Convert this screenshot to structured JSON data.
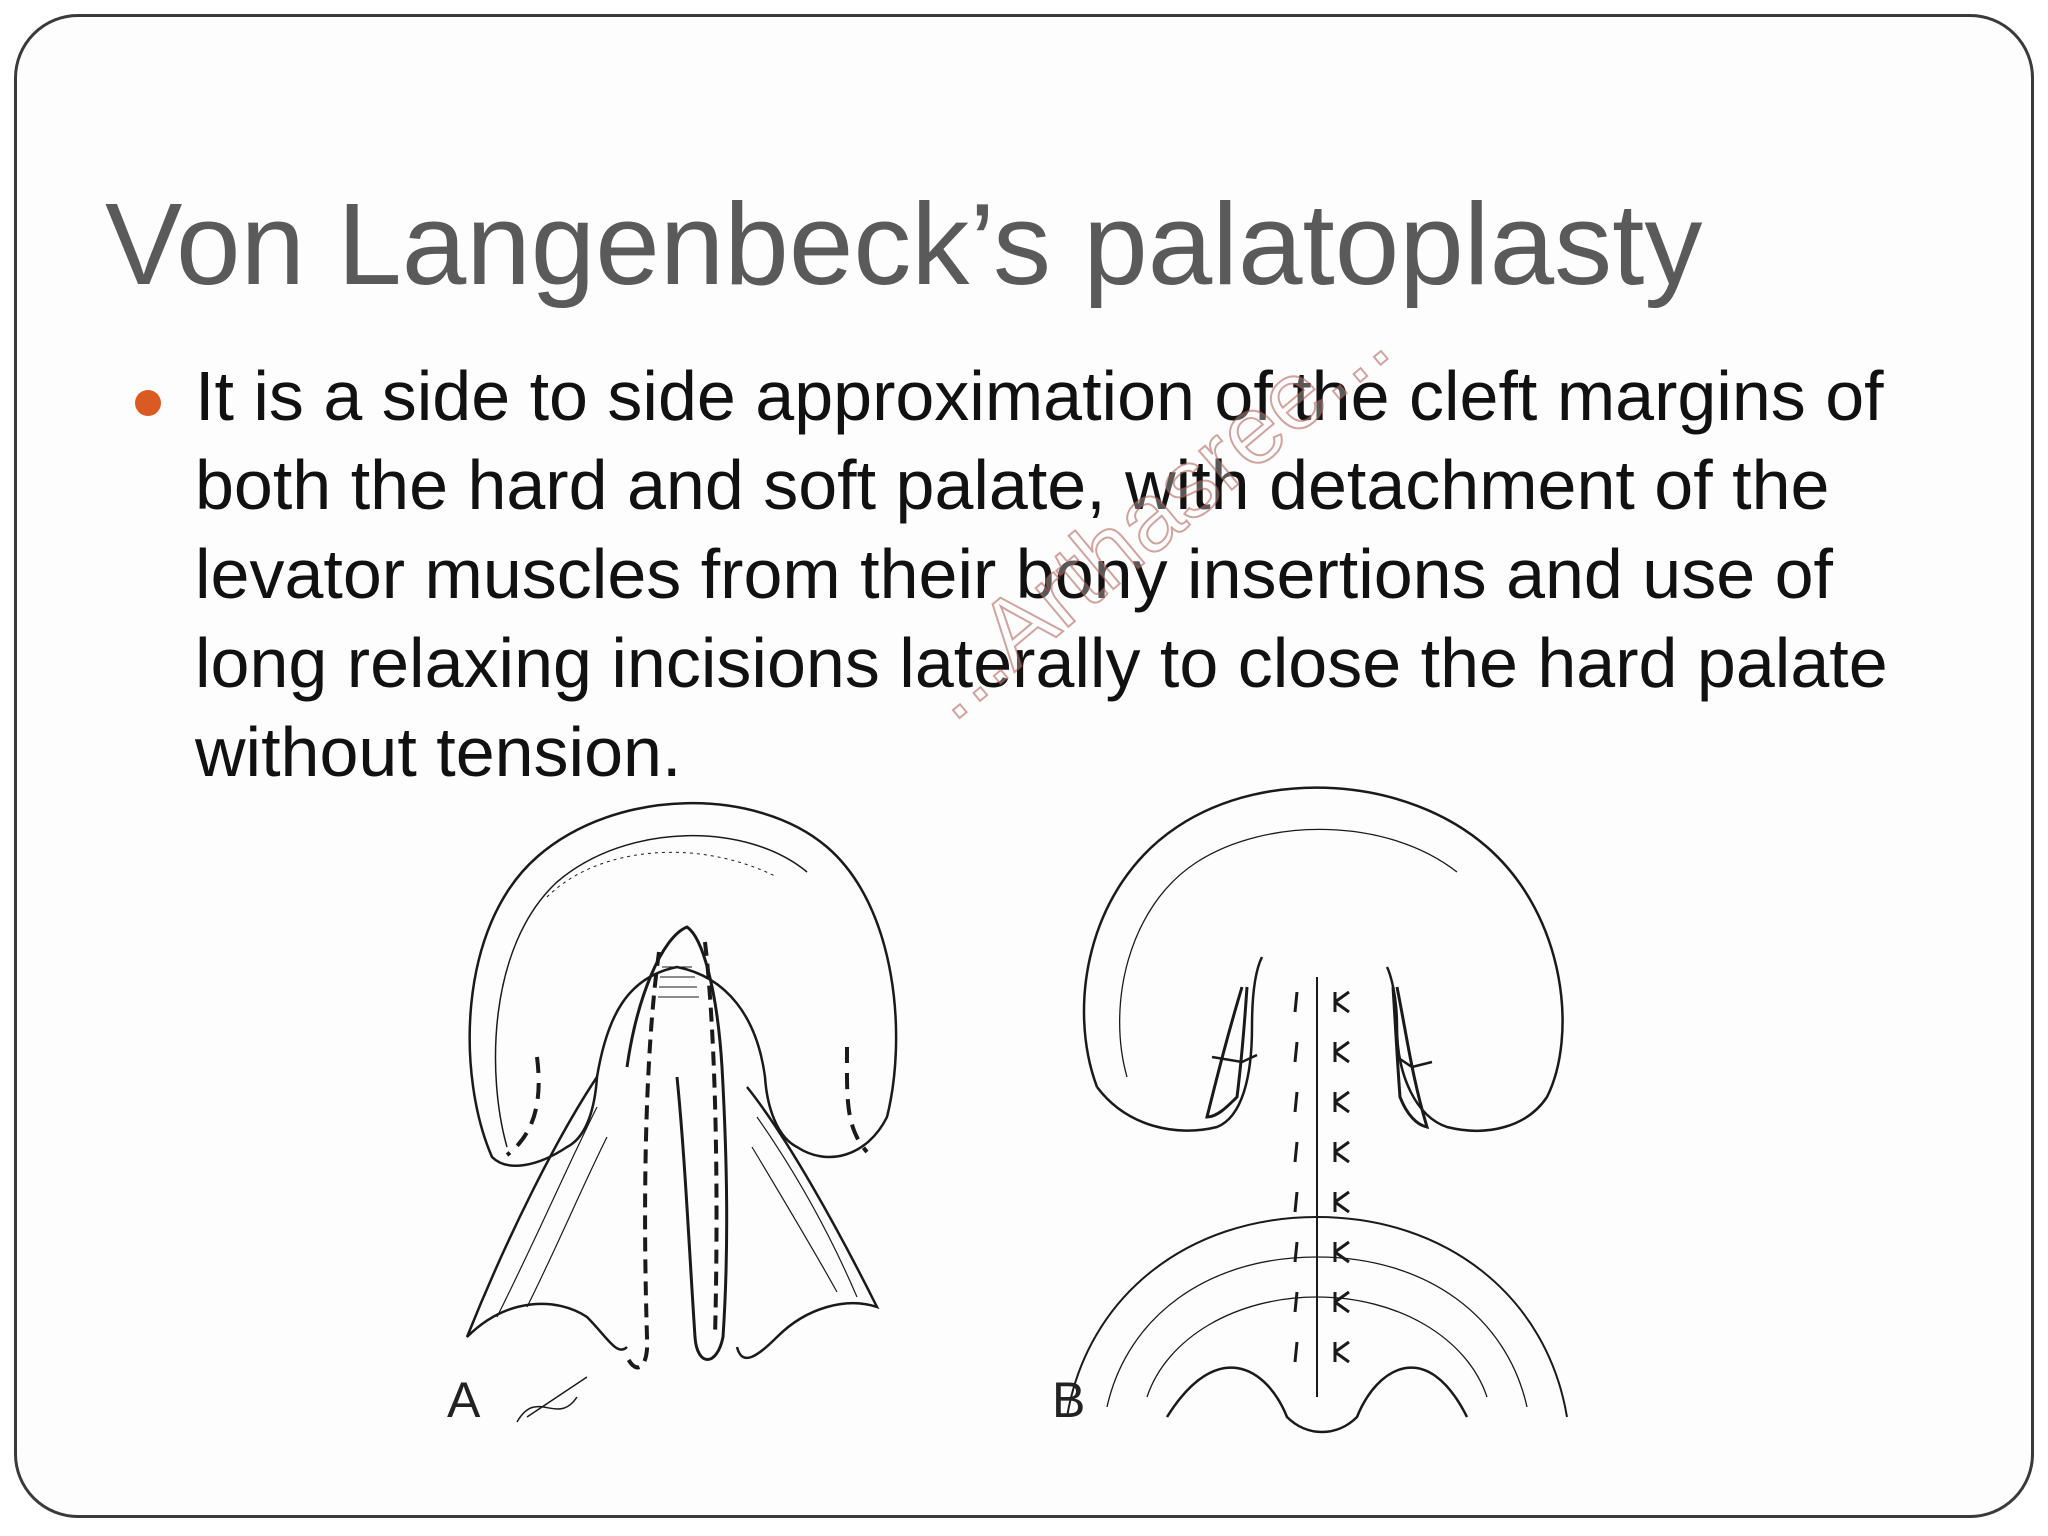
{
  "slide": {
    "title": "Von Langenbeck’s palatoplasty",
    "bullets": [
      "It is a side to side approximation of the cleft margins of both the hard and soft palate, with detachment of the levator muscles from their bony insertions and use of long relaxing incisions laterally to close the hard palate without tension."
    ],
    "bullet_color": "#d95a22",
    "title_color": "#5a5a5a"
  },
  "figure": {
    "panel_a_label": "A",
    "panel_b_label": "B"
  },
  "watermark": {
    "text": "...Arthasree..."
  }
}
